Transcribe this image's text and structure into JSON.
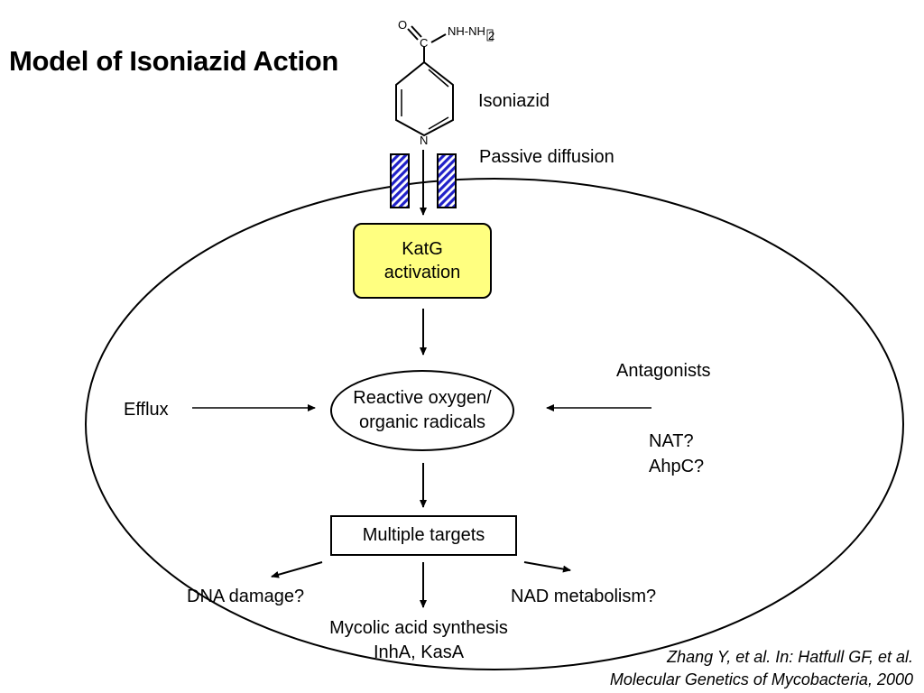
{
  "title": "Model of Isoniazid Action",
  "molecule": {
    "atom_o": "O",
    "atom_c": "C",
    "substituent": "NH-NH",
    "subscript_glyph": "2",
    "ring_n": "N",
    "name": "Isoniazid"
  },
  "passive_diffusion": "Passive diffusion",
  "katg": {
    "line1": "KatG",
    "line2": "activation"
  },
  "reactive": {
    "line1": "Reactive oxygen/",
    "line2": "organic radicals"
  },
  "efflux": "Efflux",
  "antagonists": "Antagonists",
  "antagonist_items": [
    "NAT?",
    "AhpC?"
  ],
  "targets": "Multiple targets",
  "outcomes": {
    "dna": "DNA damage?",
    "nad": "NAD metabolism?",
    "mycolic_line1": "Mycolic acid synthesis",
    "mycolic_line2": "InhA, KasA"
  },
  "citation": {
    "line1": "Zhang Y, et al.  In: Hatfull GF, et al.",
    "line2": "Molecular Genetics of Mycobacteria, 2000"
  },
  "colors": {
    "katg_fill": "#ffff80",
    "channel_blue": "#2020c8"
  }
}
